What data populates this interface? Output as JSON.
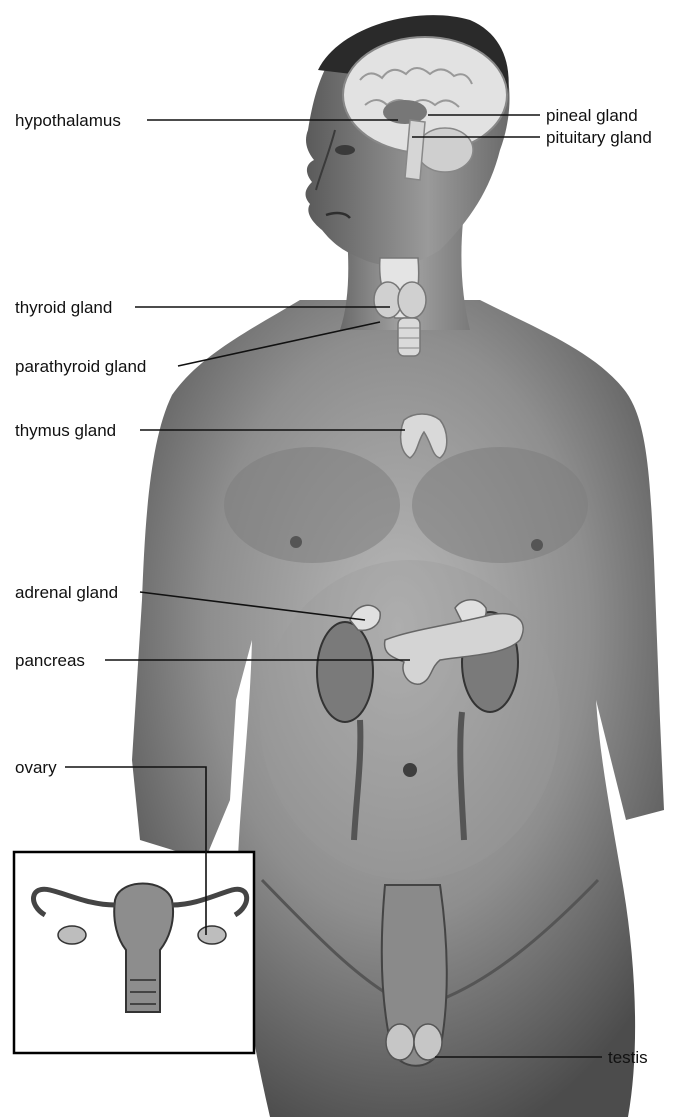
{
  "labels": {
    "hypothalamus": "hypothalamus",
    "pineal_gland": "pineal gland",
    "pituitary_gland": "pituitary gland",
    "thyroid_gland": "thyroid gland",
    "parathyroid_gland": "parathyroid gland",
    "thymus_gland": "thymus gland",
    "adrenal_gland": "adrenal gland",
    "pancreas": "pancreas",
    "ovary": "ovary",
    "testis": "testis"
  },
  "colors": {
    "ink": "#111111",
    "skin_light": "#c9c9c9",
    "skin_mid": "#8f8f8f",
    "skin_dark": "#4a4a4a",
    "organ": "#d8d8d8"
  },
  "icons": [
    "human-torso-illustration",
    "uterus-ovaries-inset"
  ]
}
